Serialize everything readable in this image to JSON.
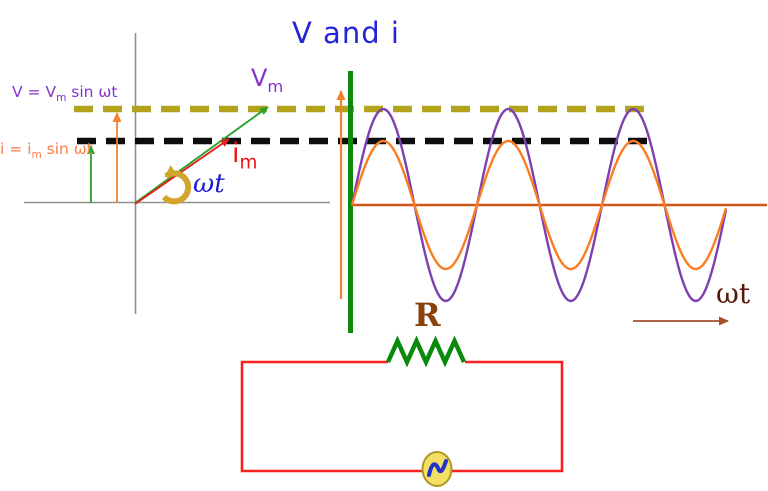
{
  "title": "V and i",
  "phasor_panel": {
    "v_equation": {
      "pre": "V = V",
      "sub": "m",
      "post": " sin ωt"
    },
    "i_equation": {
      "pre": "i = i",
      "sub": "m",
      "post": " sin ωt"
    },
    "v_vector_label": {
      "main": "V",
      "sub": "m"
    },
    "i_vector_label": {
      "main": "i",
      "sub": "m"
    },
    "angle_label": "ωt"
  },
  "wave_panel": {
    "x_axis_label": "ωt"
  },
  "circuit_panel": {
    "resistor_label": "R"
  },
  "colors": {
    "title_blue": "#2424d8",
    "voltage_purple": "#7d40b0",
    "current_orange": "#fb7d23",
    "vm_peak_dash_olive": "#b3a31c",
    "im_peak_dash_black": "#0d0d0d",
    "time_axis_orange_brown": "#d4571a",
    "start_line_green": "#0b8a0b",
    "phasor_green": "#2aa22c",
    "phasor_red": "#e81c1c",
    "rotation_arrow_gold": "#d2a62c",
    "axis_gray": "#8f8f8f",
    "omega_t_maroon": "#5a140a",
    "arrow_brown": "#a0522d",
    "circuit_wire_red": "#fb1f1f",
    "resistor_green": "#0a8a0a",
    "source_fill_yellow": "#f2df63",
    "source_border": "#ab9724",
    "source_sine_blue": "#2233cc"
  },
  "chart_data": {
    "type": "line",
    "title": "V and i",
    "xlabel": "ωt",
    "ylabel": "",
    "x_range_cycles": 3,
    "grid": false,
    "legend_position": "none",
    "series": [
      {
        "name": "V = Vm sin ωt",
        "color": "#7d40b0",
        "relative_amplitude": 1.0,
        "phase_deg": 0,
        "peak_marker": "olive dashed line at Vm"
      },
      {
        "name": "i = im sin ωt",
        "color": "#fb7d23",
        "relative_amplitude": 0.667,
        "phase_deg": 0,
        "peak_marker": "black dashed line at im"
      }
    ],
    "relationship": "voltage and current are in phase across resistor R"
  }
}
